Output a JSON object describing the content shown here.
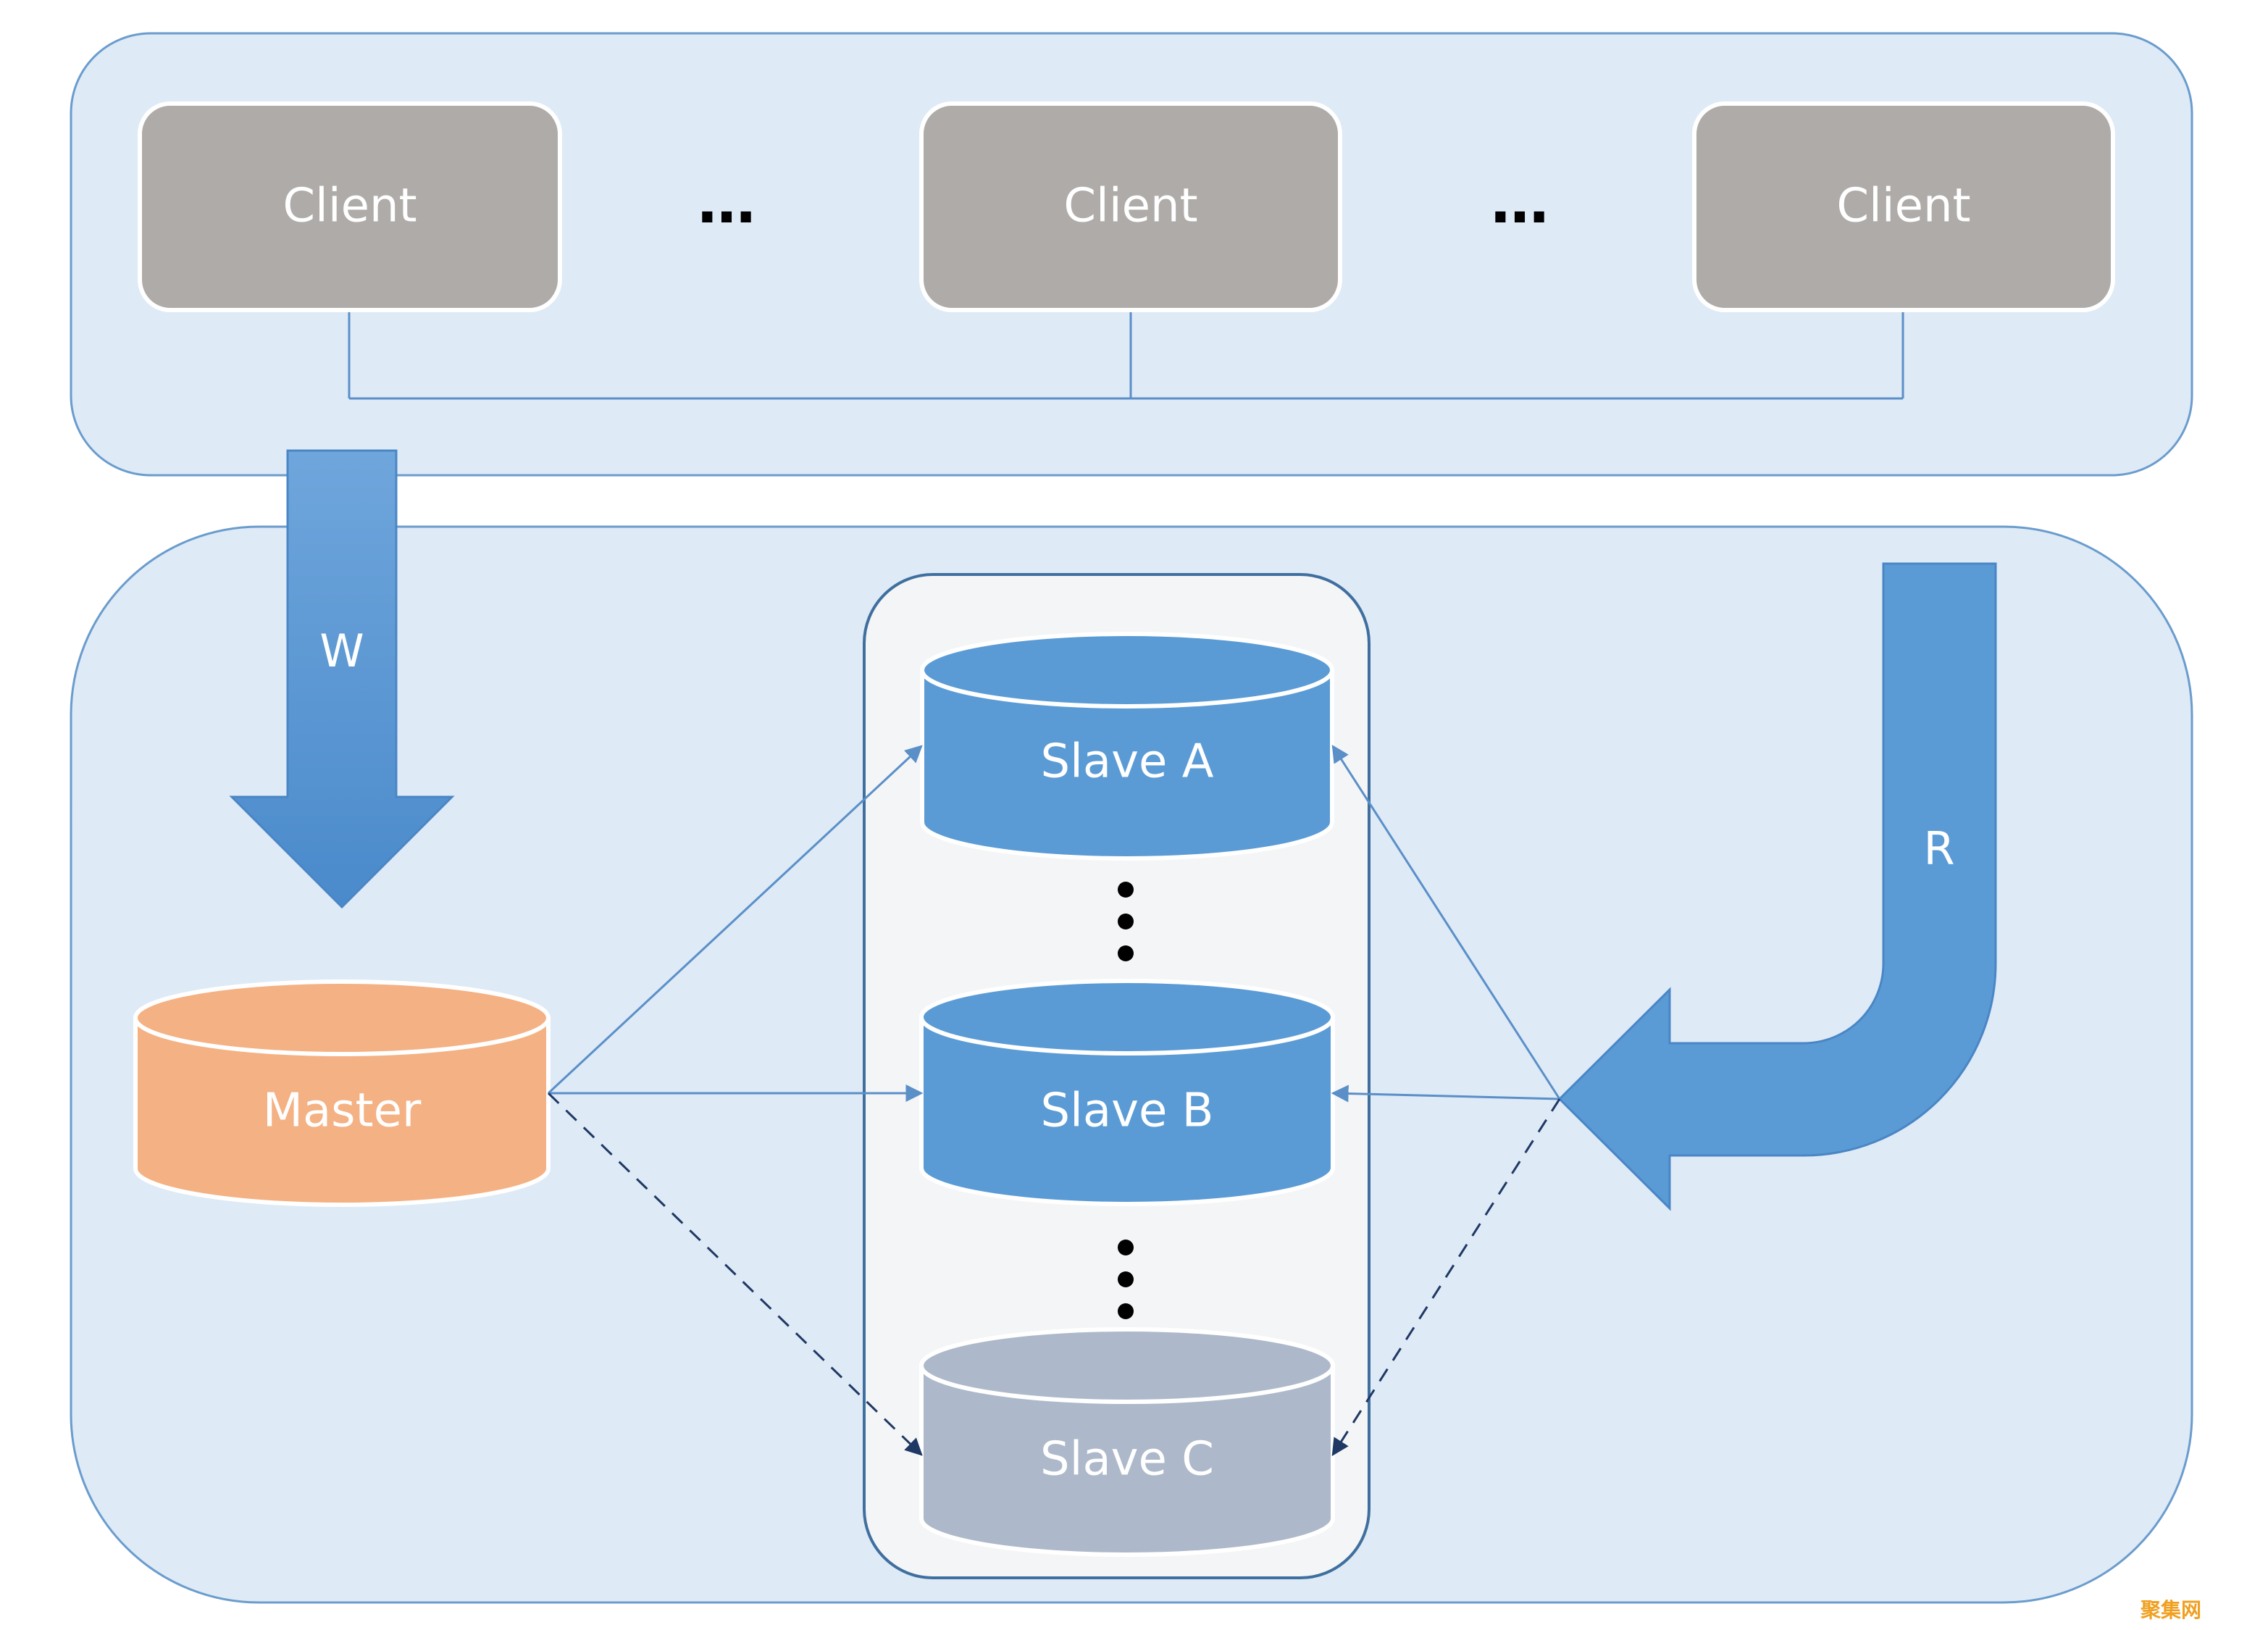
{
  "colors": {
    "panel_fill": "#deeaf6",
    "panel_stroke": "#6a9ccd",
    "client_fill": "#aeaba9",
    "master_fill": "#f4b183",
    "slave_fill": "#5b9bd5",
    "slave_inactive_fill": "#adb9ca",
    "cluster_fill": "#f4f5f6",
    "arrow_fill": "#5b9bd5",
    "line_color": "#5a8fc8",
    "dashed_color": "#1f3864"
  },
  "clients": {
    "client_1": "Client",
    "client_2": "Client",
    "client_3": "Client",
    "ellipsis_1": "…",
    "ellipsis_2": "…"
  },
  "write_arrow": {
    "label": "W"
  },
  "read_arrow": {
    "label": "R"
  },
  "master": {
    "label": "Master"
  },
  "slaves": {
    "slave_a": "Slave A",
    "slave_b": "Slave B",
    "slave_c": "Slave C"
  },
  "watermark": {
    "text": "聚集网"
  }
}
